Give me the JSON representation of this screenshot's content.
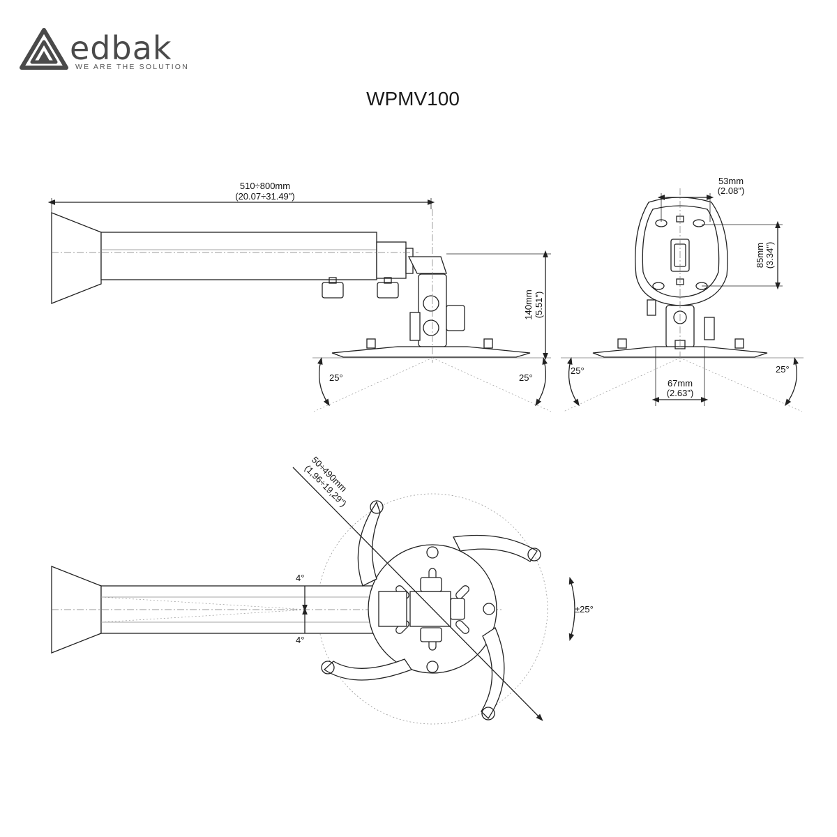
{
  "brand": {
    "name": "edbak",
    "tagline": "WE ARE THE SOLUTION"
  },
  "title": "WPMV100",
  "dimensions": {
    "length_mm": "510÷800mm",
    "length_in": "(20.07÷31.49\")",
    "height_mm": "140mm",
    "height_in": "(5.51\")",
    "width_top_mm": "53mm",
    "width_top_in": "(2.08\")",
    "height_plate_mm": "85mm",
    "height_plate_in": "(3.34\")",
    "width_base_mm": "67mm",
    "width_base_in": "(2.63\")",
    "tilt_angle": "25°",
    "arm_angle": "4°",
    "swivel": "±25°",
    "range_mm": "50÷490mm",
    "range_in": "(1,96÷19,29\")"
  },
  "colors": {
    "line": "#222222",
    "thin": "#666666",
    "logo": "#4a4a4a"
  }
}
